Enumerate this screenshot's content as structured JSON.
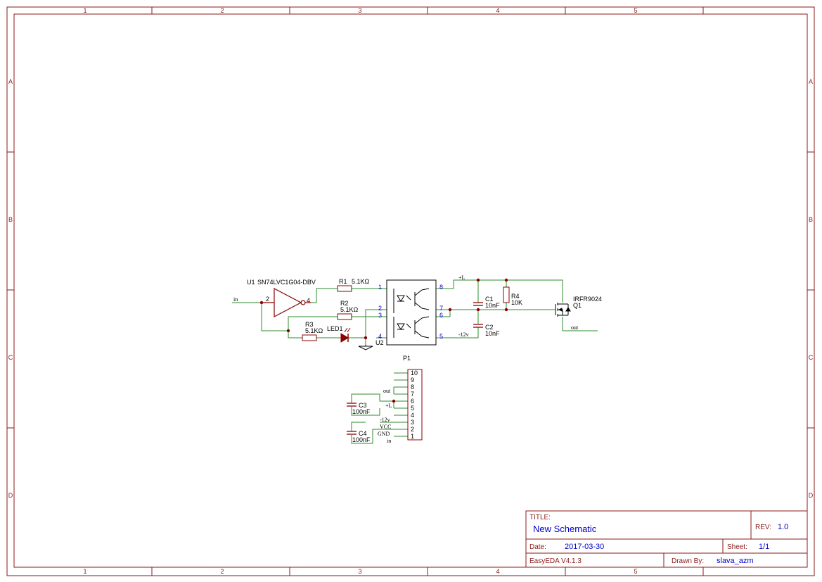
{
  "frame": {
    "col_labels": [
      "1",
      "2",
      "3",
      "4",
      "5"
    ],
    "row_labels": [
      "A",
      "B",
      "C",
      "D"
    ]
  },
  "components": {
    "u1": {
      "designator": "U1",
      "part": "SN74LVC1G04-DBV",
      "pin_in": "2",
      "pin_out": "4"
    },
    "r1": {
      "designator": "R1",
      "value": "5.1KΩ"
    },
    "r2": {
      "designator": "R2",
      "value": "5.1KΩ"
    },
    "r3": {
      "designator": "R3",
      "value": "5.1KΩ"
    },
    "led1": {
      "designator": "LED1"
    },
    "u2": {
      "designator": "U2",
      "pins": [
        "1",
        "2",
        "3",
        "4",
        "8",
        "7",
        "6",
        "5"
      ]
    },
    "c1": {
      "designator": "C1",
      "value": "10nF"
    },
    "c2": {
      "designator": "C2",
      "value": "10nF"
    },
    "r4": {
      "designator": "R4",
      "value": "10K"
    },
    "q1": {
      "designator": "Q1",
      "part": "IRFR9024"
    },
    "p1": {
      "designator": "P1",
      "pins": [
        "10",
        "9",
        "8",
        "7",
        "6",
        "5",
        "4",
        "3",
        "2",
        "1"
      ]
    },
    "c3": {
      "designator": "C3",
      "value": "100nF"
    },
    "c4": {
      "designator": "C4",
      "value": "100nF"
    }
  },
  "nets": {
    "in": "in",
    "out": "out",
    "plus_l": "+L",
    "minus_12v": "-12v",
    "vcc": "VCC",
    "gnd": "GND"
  },
  "title_block": {
    "title_label": "TITLE:",
    "title": "New Schematic",
    "rev_label": "REV:",
    "rev": "1.0",
    "date_label": "Date:",
    "date": "2017-03-30",
    "sheet_label": "Sheet:",
    "sheet": "1/1",
    "software": "EasyEDA V4.1.3",
    "drawn_by_label": "Drawn By:",
    "drawn_by": "slava_azm"
  },
  "colors": {
    "frame": "#8b1a1a",
    "wire": "#2e8b2e",
    "text_blue": "#0000cc",
    "symbol": "#8b0000"
  }
}
